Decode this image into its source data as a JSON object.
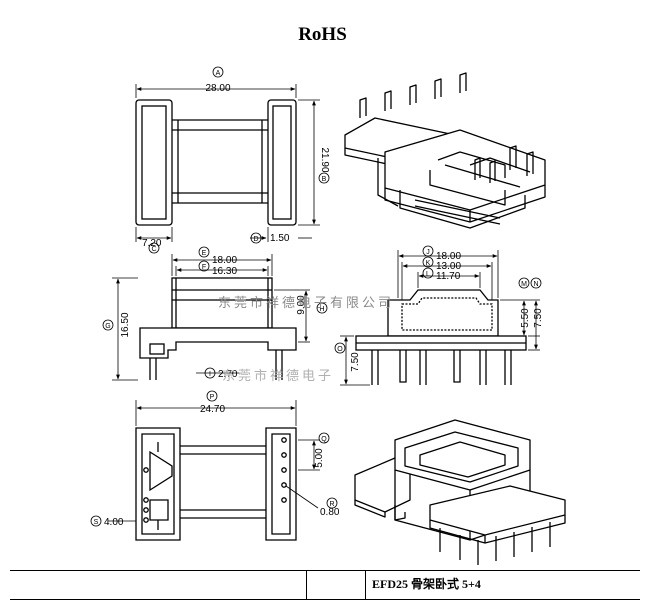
{
  "header": {
    "rohs": "RoHS"
  },
  "dimensions": {
    "top_view": {
      "a_marker": "A",
      "width": "28.00",
      "b_marker": "B",
      "height": "21.90",
      "c_marker": "C",
      "left_flange": "7.20",
      "d_marker": "D",
      "right_flange": "1.50"
    },
    "front_view": {
      "e_marker": "E",
      "outer_width": "18.00",
      "f_marker": "F",
      "inner_width": "16.30",
      "g_marker": "G",
      "total_height": "16.50",
      "h_marker": "H",
      "body_height": "9.00",
      "i_marker": "I",
      "pin_offset": "2.70"
    },
    "side_view": {
      "j_marker": "J",
      "width_1": "18.00",
      "k_marker": "K",
      "width_2": "13.00",
      "l_marker": "L",
      "width_3": "11.70",
      "m_marker": "M",
      "dim_1": "5.50",
      "n_marker": "N",
      "dim_2": "7.50",
      "o_marker": "O",
      "pin_length": "7.50"
    },
    "bottom_view": {
      "p_marker": "P",
      "width": "24.70",
      "q_marker": "Q",
      "pin_pitch": "5.00",
      "r_marker": "R",
      "pin_dia": "0.80",
      "s_marker": "S",
      "pin_spacing": "4.00"
    }
  },
  "watermark": {
    "line1": "东莞市祥德电子有限公司",
    "line2": "东莞市祥德电子"
  },
  "title_block": {
    "part_name": "EFD25 骨架卧式 5+4"
  }
}
